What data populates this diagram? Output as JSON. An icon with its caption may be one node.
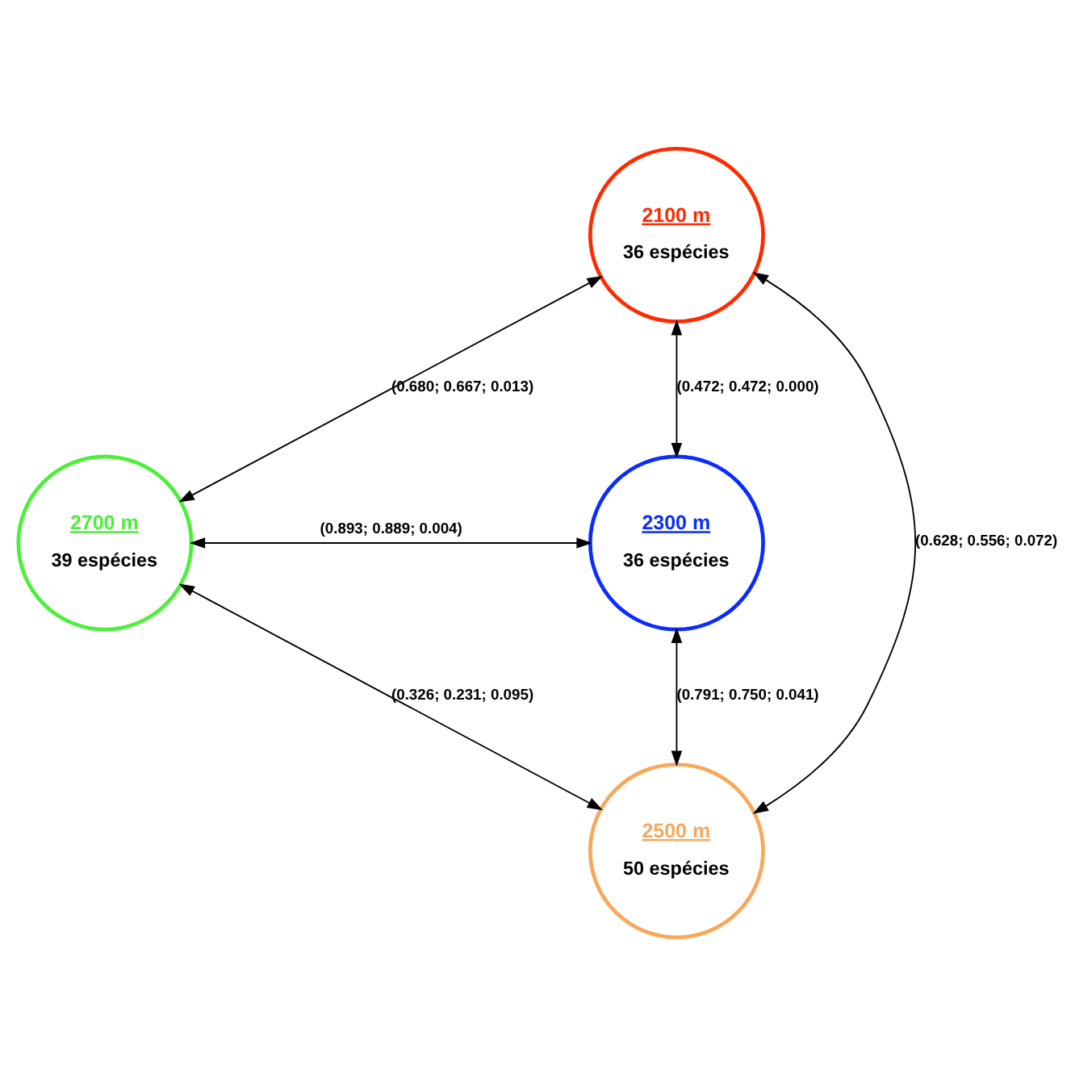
{
  "diagram": {
    "nodes": [
      {
        "text": [
          "2100 m",
          "36 espécies"
        ]
      },
      {
        "text": [
          "2700 m",
          "39 espécies"
        ]
      },
      {
        "text": [
          "2300 m",
          "36 espécies"
        ]
      },
      {
        "text": [
          "2500 m",
          "50 espécies"
        ]
      }
    ],
    "edges": [
      {
        "from": 0,
        "to": 1,
        "arrow": "both",
        "label": "(0.680; 0.667; 0.013)"
      },
      {
        "from": 0,
        "to": 2,
        "arrow": "both",
        "label": "(0.472; 0.472; 0.000)"
      },
      {
        "from": 1,
        "to": 2,
        "arrow": "both",
        "label": "(0.893; 0.889; 0.004)"
      },
      {
        "from": 0,
        "to": 3,
        "arrow": "both",
        "label": "(0.628; 0.556; 0.072)"
      },
      {
        "from": 1,
        "to": 3,
        "arrow": "both",
        "label": "(0.326; 0.231; 0.095)"
      },
      {
        "from": 2,
        "to": 3,
        "arrow": "both",
        "label": "(0.791; 0.750; 0.041)"
      }
    ]
  }
}
